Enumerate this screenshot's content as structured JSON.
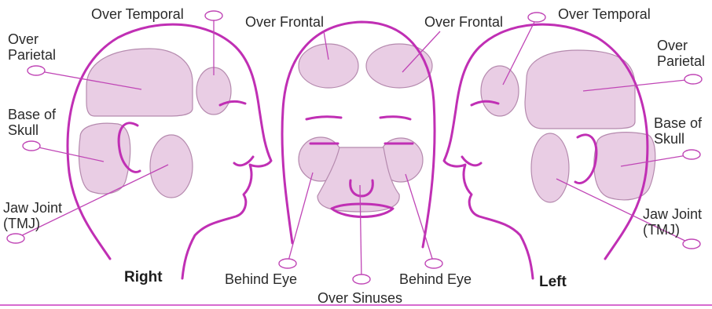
{
  "colors": {
    "outline": "#c02fb4",
    "region_fill": "#e9cde4",
    "region_stroke": "#b58aae",
    "leader": "#c046b6",
    "text": "#2a2a2a"
  },
  "labels": {
    "over_temporal_right": "Over Temporal",
    "over_frontal_left": "Over Frontal",
    "over_frontal_right": "Over Frontal",
    "over_temporal_left": "Over Temporal",
    "over_parietal_right": "Over\nParietal",
    "over_parietal_left": "Over\nParietal",
    "base_of_skull_right": "Base of\nSkull",
    "base_of_skull_left": "Base of\nSkull",
    "jaw_joint_right": "Jaw Joint\n(TMJ)",
    "jaw_joint_left": "Jaw Joint\n(TMJ)",
    "behind_eye_right": "Behind Eye",
    "behind_eye_left": "Behind Eye",
    "over_sinuses": "Over Sinuses",
    "side_right": "Right",
    "side_left": "Left"
  }
}
